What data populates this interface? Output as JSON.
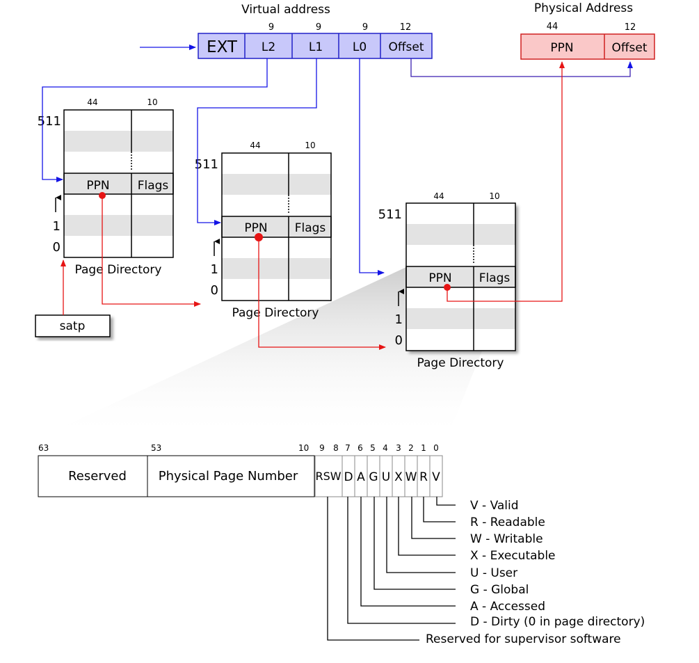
{
  "virtual_address": {
    "title": "Virtual address",
    "fields": [
      {
        "label": "EXT",
        "bits": ""
      },
      {
        "label": "L2",
        "bits": "9"
      },
      {
        "label": "L1",
        "bits": "9"
      },
      {
        "label": "L0",
        "bits": "9"
      },
      {
        "label": "Offset",
        "bits": "12"
      }
    ]
  },
  "physical_address": {
    "title": "Physical Address",
    "fields": [
      {
        "label": "PPN",
        "bits": "44"
      },
      {
        "label": "Offset",
        "bits": "12"
      }
    ]
  },
  "page_directories": [
    {
      "title": "Page Directory",
      "col_ppn_bits": "44",
      "col_flags_bits": "10",
      "top_index": "511",
      "index_1": "1",
      "index_0": "0",
      "ppn_label": "PPN",
      "flags_label": "Flags"
    },
    {
      "title": "Page Directory",
      "col_ppn_bits": "44",
      "col_flags_bits": "10",
      "top_index": "511",
      "index_1": "1",
      "index_0": "0",
      "ppn_label": "PPN",
      "flags_label": "Flags"
    },
    {
      "title": "Page Directory",
      "col_ppn_bits": "44",
      "col_flags_bits": "10",
      "top_index": "511",
      "index_1": "1",
      "index_0": "0",
      "ppn_label": "PPN",
      "flags_label": "Flags"
    }
  ],
  "satp": {
    "label": "satp"
  },
  "pte": {
    "reserved": {
      "label": "Reserved",
      "bit": "63"
    },
    "ppn": {
      "label": "Physical Page Number",
      "bit_high": "53",
      "bit_low": "10"
    },
    "flag_bits": [
      {
        "label": "RSW",
        "bit_a": "9",
        "bit_b": "8"
      },
      {
        "label": "D",
        "bit": "7"
      },
      {
        "label": "A",
        "bit": "6"
      },
      {
        "label": "G",
        "bit": "5"
      },
      {
        "label": "U",
        "bit": "4"
      },
      {
        "label": "X",
        "bit": "3"
      },
      {
        "label": "W",
        "bit": "2"
      },
      {
        "label": "R",
        "bit": "1"
      },
      {
        "label": "V",
        "bit": "0"
      }
    ]
  },
  "legend": [
    "V - Valid",
    "R  - Readable",
    "W - Writable",
    "X - Executable",
    "U - User",
    "G - Global",
    "A - Accessed",
    "D - Dirty (0 in page directory)",
    "Reserved for supervisor software"
  ],
  "colors": {
    "va_fill": "#c8c8fa",
    "va_stroke": "#2020c8",
    "pa_fill": "#fac8c8",
    "pa_stroke": "#d02020",
    "blue_line": "#1414e6",
    "red_line": "#e61414",
    "stripe": "#e3e3e3"
  }
}
